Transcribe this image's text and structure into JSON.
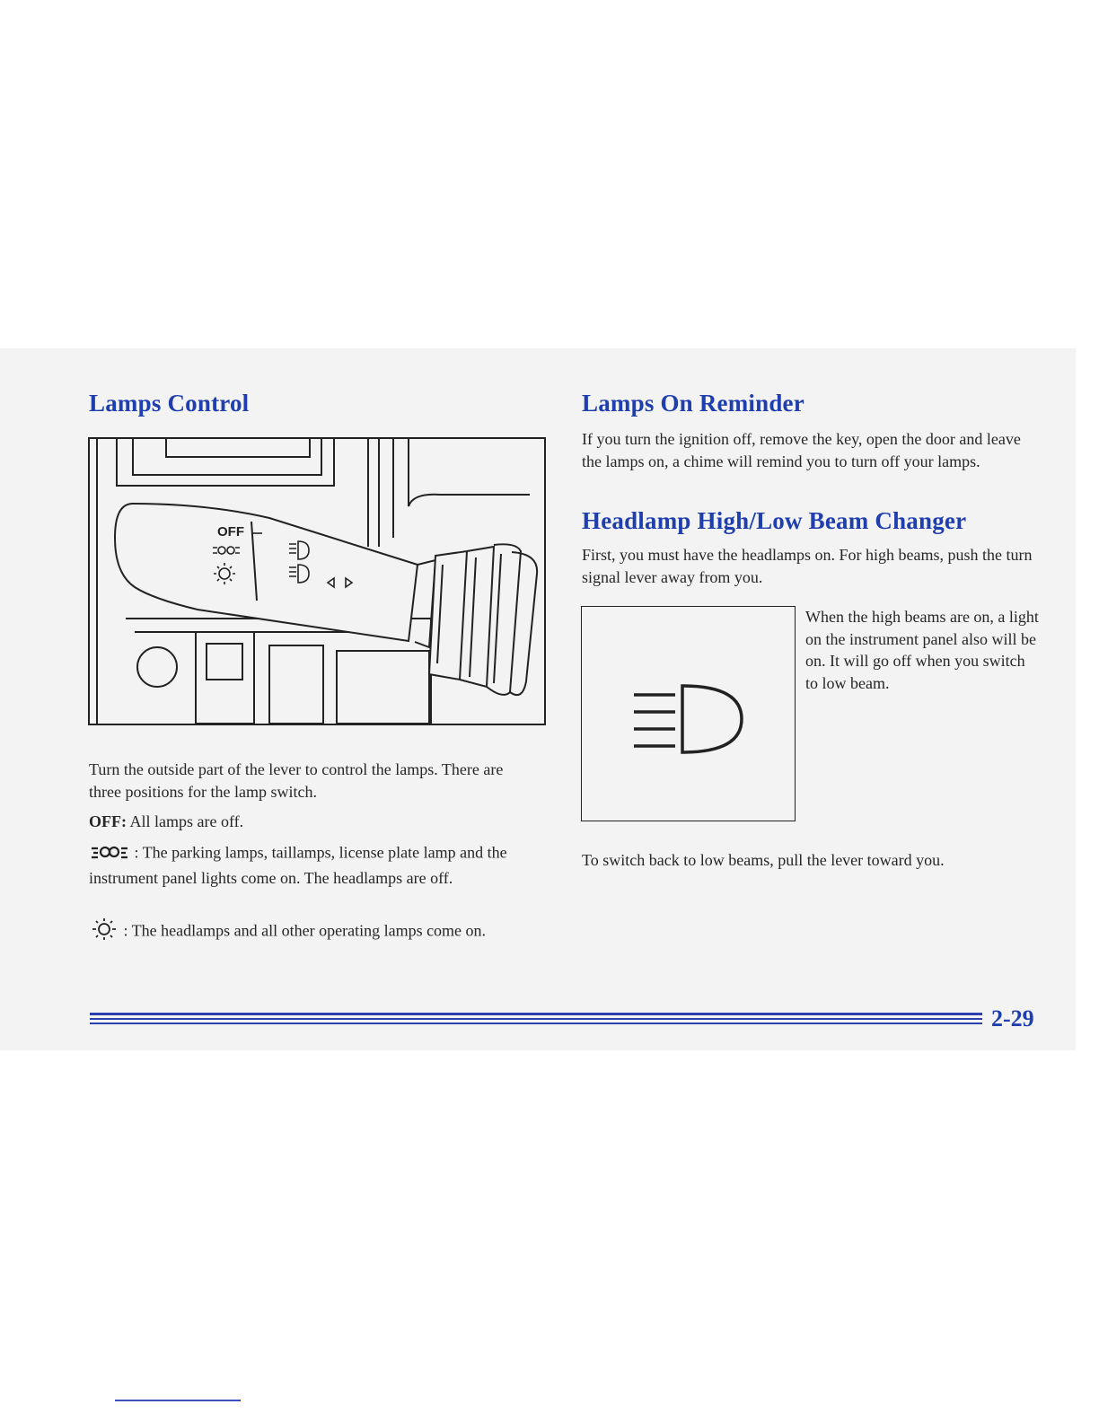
{
  "left": {
    "heading": "Lamps Control",
    "figure": {
      "labels": {
        "off": "OFF"
      }
    },
    "intro": "Turn the outside part of the lever to control the lamps. There are three positions for the lamp switch.",
    "off": {
      "label": "OFF:",
      "text": "All lamps are off."
    },
    "parking": {
      "icon": "parking-lamp-icon",
      "text": ": The parking lamps, taillamps, license plate lamp and the instrument panel lights come on. The headlamps are off."
    },
    "headlamps": {
      "icon": "headlamp-sun-icon",
      "text": ": The headlamps and all other operating lamps come on."
    }
  },
  "right": {
    "reminder": {
      "heading": "Lamps On Reminder",
      "text": "If you turn the ignition off, remove the key, open the door and leave the lamps on, a chime will remind you to turn off your lamps."
    },
    "beam": {
      "heading": "Headlamp High/Low Beam Changer",
      "text": "First, you must have the headlamps on. For high beams, push the turn signal lever away from you.",
      "indicator_icon": "high-beam-icon",
      "indicator_text": "When the high beams are on, a light on the instrument panel also will be on. It will go off when you switch to low beam.",
      "switch_back": "To switch back to low beams, pull the lever toward you."
    }
  },
  "footer": {
    "page_number": "2-29"
  },
  "colors": {
    "heading": "#1f3fae",
    "rule": "#2a3fb0",
    "band": "#f3f3f3"
  }
}
